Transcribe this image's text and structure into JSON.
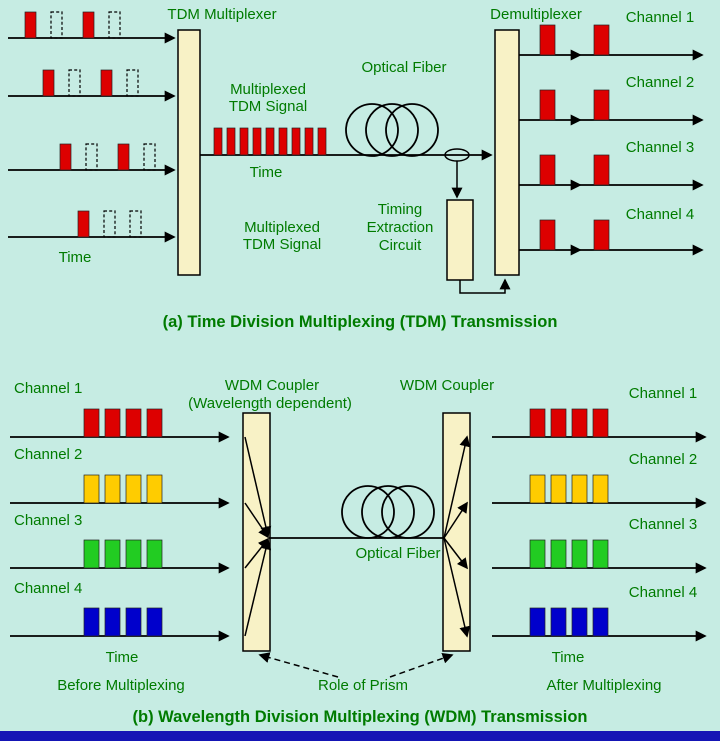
{
  "colors": {
    "background": "#c6ece3",
    "label_green": "#007b00",
    "pulse_red": "#dd0000",
    "pulse_yellow": "#ffcc00",
    "pulse_green": "#22cc22",
    "pulse_blue": "#0000cc",
    "box_fill": "#f8f2c6",
    "line_black": "#000000",
    "bottom_bar": "#1515b5"
  },
  "section_a": {
    "multiplexer_label": "TDM Multiplexer",
    "demultiplexer_label": "Demultiplexer",
    "multiplexed_signal_upper": {
      "line1": "Multiplexed",
      "line2": "TDM Signal"
    },
    "multiplexed_signal_lower": {
      "line1": "Multiplexed",
      "line2": "TDM Signal"
    },
    "optical_fiber_label": "Optical Fiber",
    "timing_circuit": {
      "line1": "Timing",
      "line2": "Extraction",
      "line3": "Circuit"
    },
    "input_time_label": "Time",
    "signal_time_label": "Time",
    "output_channels": [
      "Channel 1",
      "Channel 2",
      "Channel 3",
      "Channel 4"
    ],
    "caption": "(a) Time Division Multiplexing (TDM) Transmission"
  },
  "section_b": {
    "coupler_left": {
      "line1": "WDM Coupler",
      "line2": "(Wavelength dependent)"
    },
    "coupler_right_label": "WDM Coupler",
    "optical_fiber_label": "Optical Fiber",
    "input_channels": [
      "Channel 1",
      "Channel 2",
      "Channel 3",
      "Channel 4"
    ],
    "output_channels": [
      "Channel 1",
      "Channel 2",
      "Channel 3",
      "Channel 4"
    ],
    "time_left": "Time",
    "time_right": "Time",
    "before_label": "Before Multiplexing",
    "after_label": "After Multiplexing",
    "prism_label": "Role of Prism",
    "caption": "(b) Wavelength Division Multiplexing (WDM) Transmission"
  }
}
